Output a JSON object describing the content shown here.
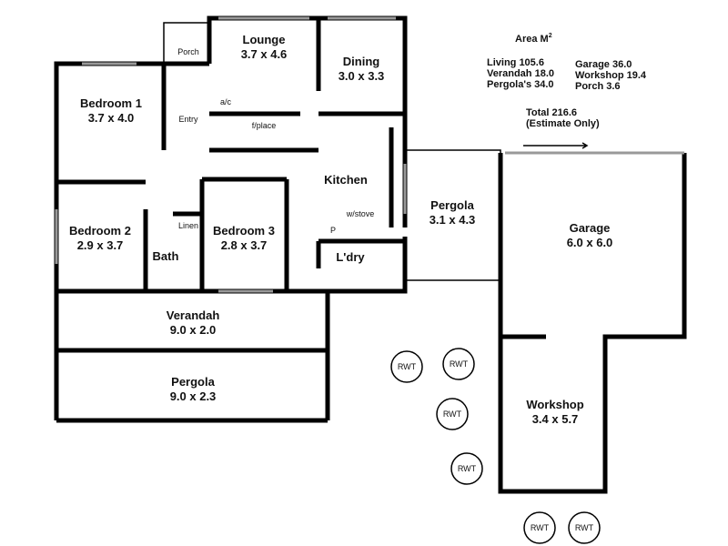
{
  "rooms": {
    "porch": {
      "name": "Porch"
    },
    "lounge": {
      "name": "Lounge",
      "size": "3.7 x 4.6"
    },
    "dining": {
      "name": "Dining",
      "size": "3.0 x 3.3"
    },
    "bedroom1": {
      "name": "Bedroom 1",
      "size": "3.7 x 4.0"
    },
    "entry": {
      "name": "Entry"
    },
    "ac": {
      "name": "a/c"
    },
    "fplace": {
      "name": "f/place"
    },
    "kitchen": {
      "name": "Kitchen"
    },
    "wstove": {
      "name": "w/stove"
    },
    "pantry": {
      "name": "P"
    },
    "bedroom2": {
      "name": "Bedroom 2",
      "size": "2.9 x 3.7"
    },
    "linen": {
      "name": "Linen"
    },
    "bath": {
      "name": "Bath"
    },
    "bedroom3": {
      "name": "Bedroom 3",
      "size": "2.8 x 3.7"
    },
    "laundry": {
      "name": "L'dry"
    },
    "pergola_side": {
      "name": "Pergola",
      "size": "3.1 x 4.3"
    },
    "verandah": {
      "name": "Verandah",
      "size": "9.0 x 2.0"
    },
    "pergola_rear": {
      "name": "Pergola",
      "size": "9.0 x 2.3"
    },
    "garage": {
      "name": "Garage",
      "size": "6.0 x 6.0"
    },
    "workshop": {
      "name": "Workshop",
      "size": "3.4 x 5.7"
    }
  },
  "rwt_label": "RWT",
  "areas": {
    "heading": "Area M",
    "superscript": "2",
    "left": [
      "Living 105.6",
      "Verandah 18.0",
      "Pergola's 34.0"
    ],
    "right": [
      "Garage 36.0",
      "Workshop 19.4",
      "Porch 3.6"
    ],
    "total": "Total 216.6",
    "note": "(Estimate Only)"
  }
}
